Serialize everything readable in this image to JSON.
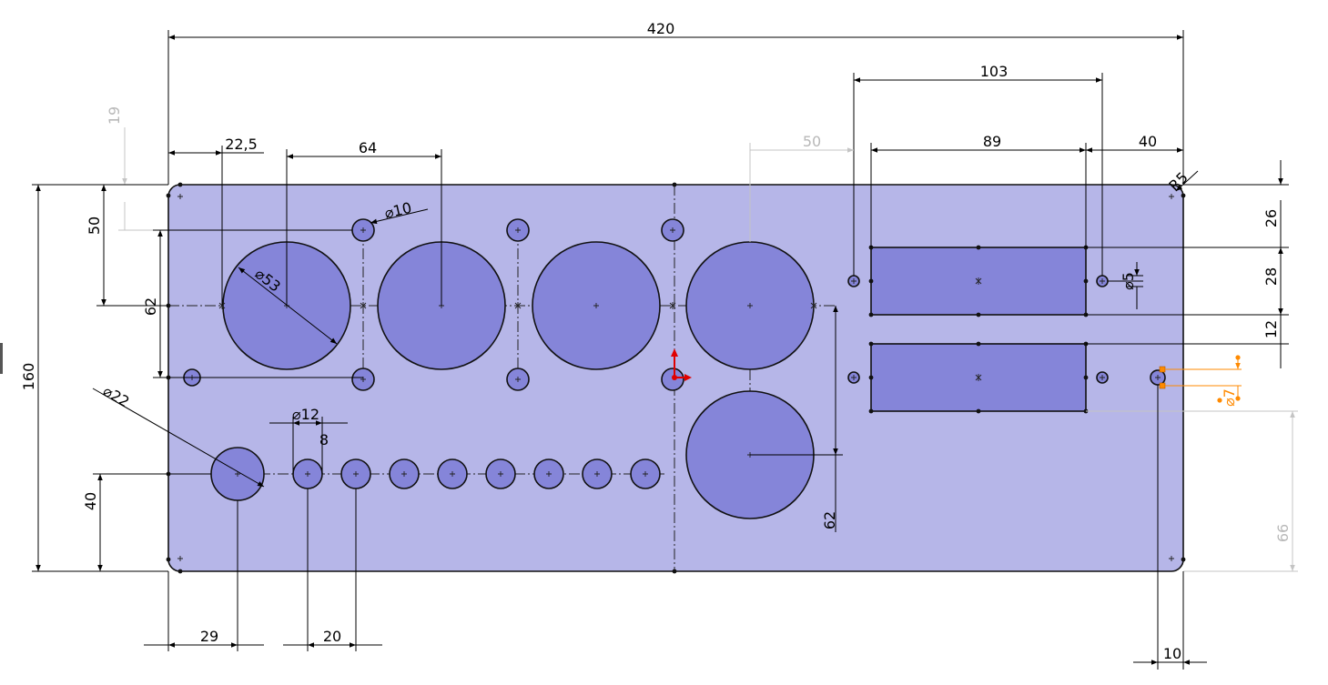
{
  "colors": {
    "plate_fill": "#b6b6e8",
    "feature_fill": "#8585d9",
    "edge": "#111111",
    "dimension": "#000000",
    "dimension_driven": "#b8b8b8",
    "selected": "#ff8a00",
    "origin": "#e00000"
  },
  "dimensions": {
    "overall_width": "420",
    "overall_height": "160",
    "slot_span": "103",
    "slot_length": "89",
    "right_offset": "40",
    "driven_50_top": "50",
    "driven_19": "19",
    "offset_22_5": "22,5",
    "pitch_64": "64",
    "hole_d10": "⌀10",
    "circle_d53": "⌀53",
    "height_50": "50",
    "height_62_left": "62",
    "hole_d22": "⌀22",
    "hole_d12": "⌀12",
    "height_8": "8",
    "height_40": "40",
    "bottom_29": "29",
    "bottom_20": "20",
    "height_62_right": "62",
    "fillet_r5": "R5",
    "right_26": "26",
    "right_28": "28",
    "right_12": "12",
    "hole_d5": "⌀5",
    "hole_d7": "⌀7",
    "driven_66": "66",
    "bottom_10": "10"
  }
}
